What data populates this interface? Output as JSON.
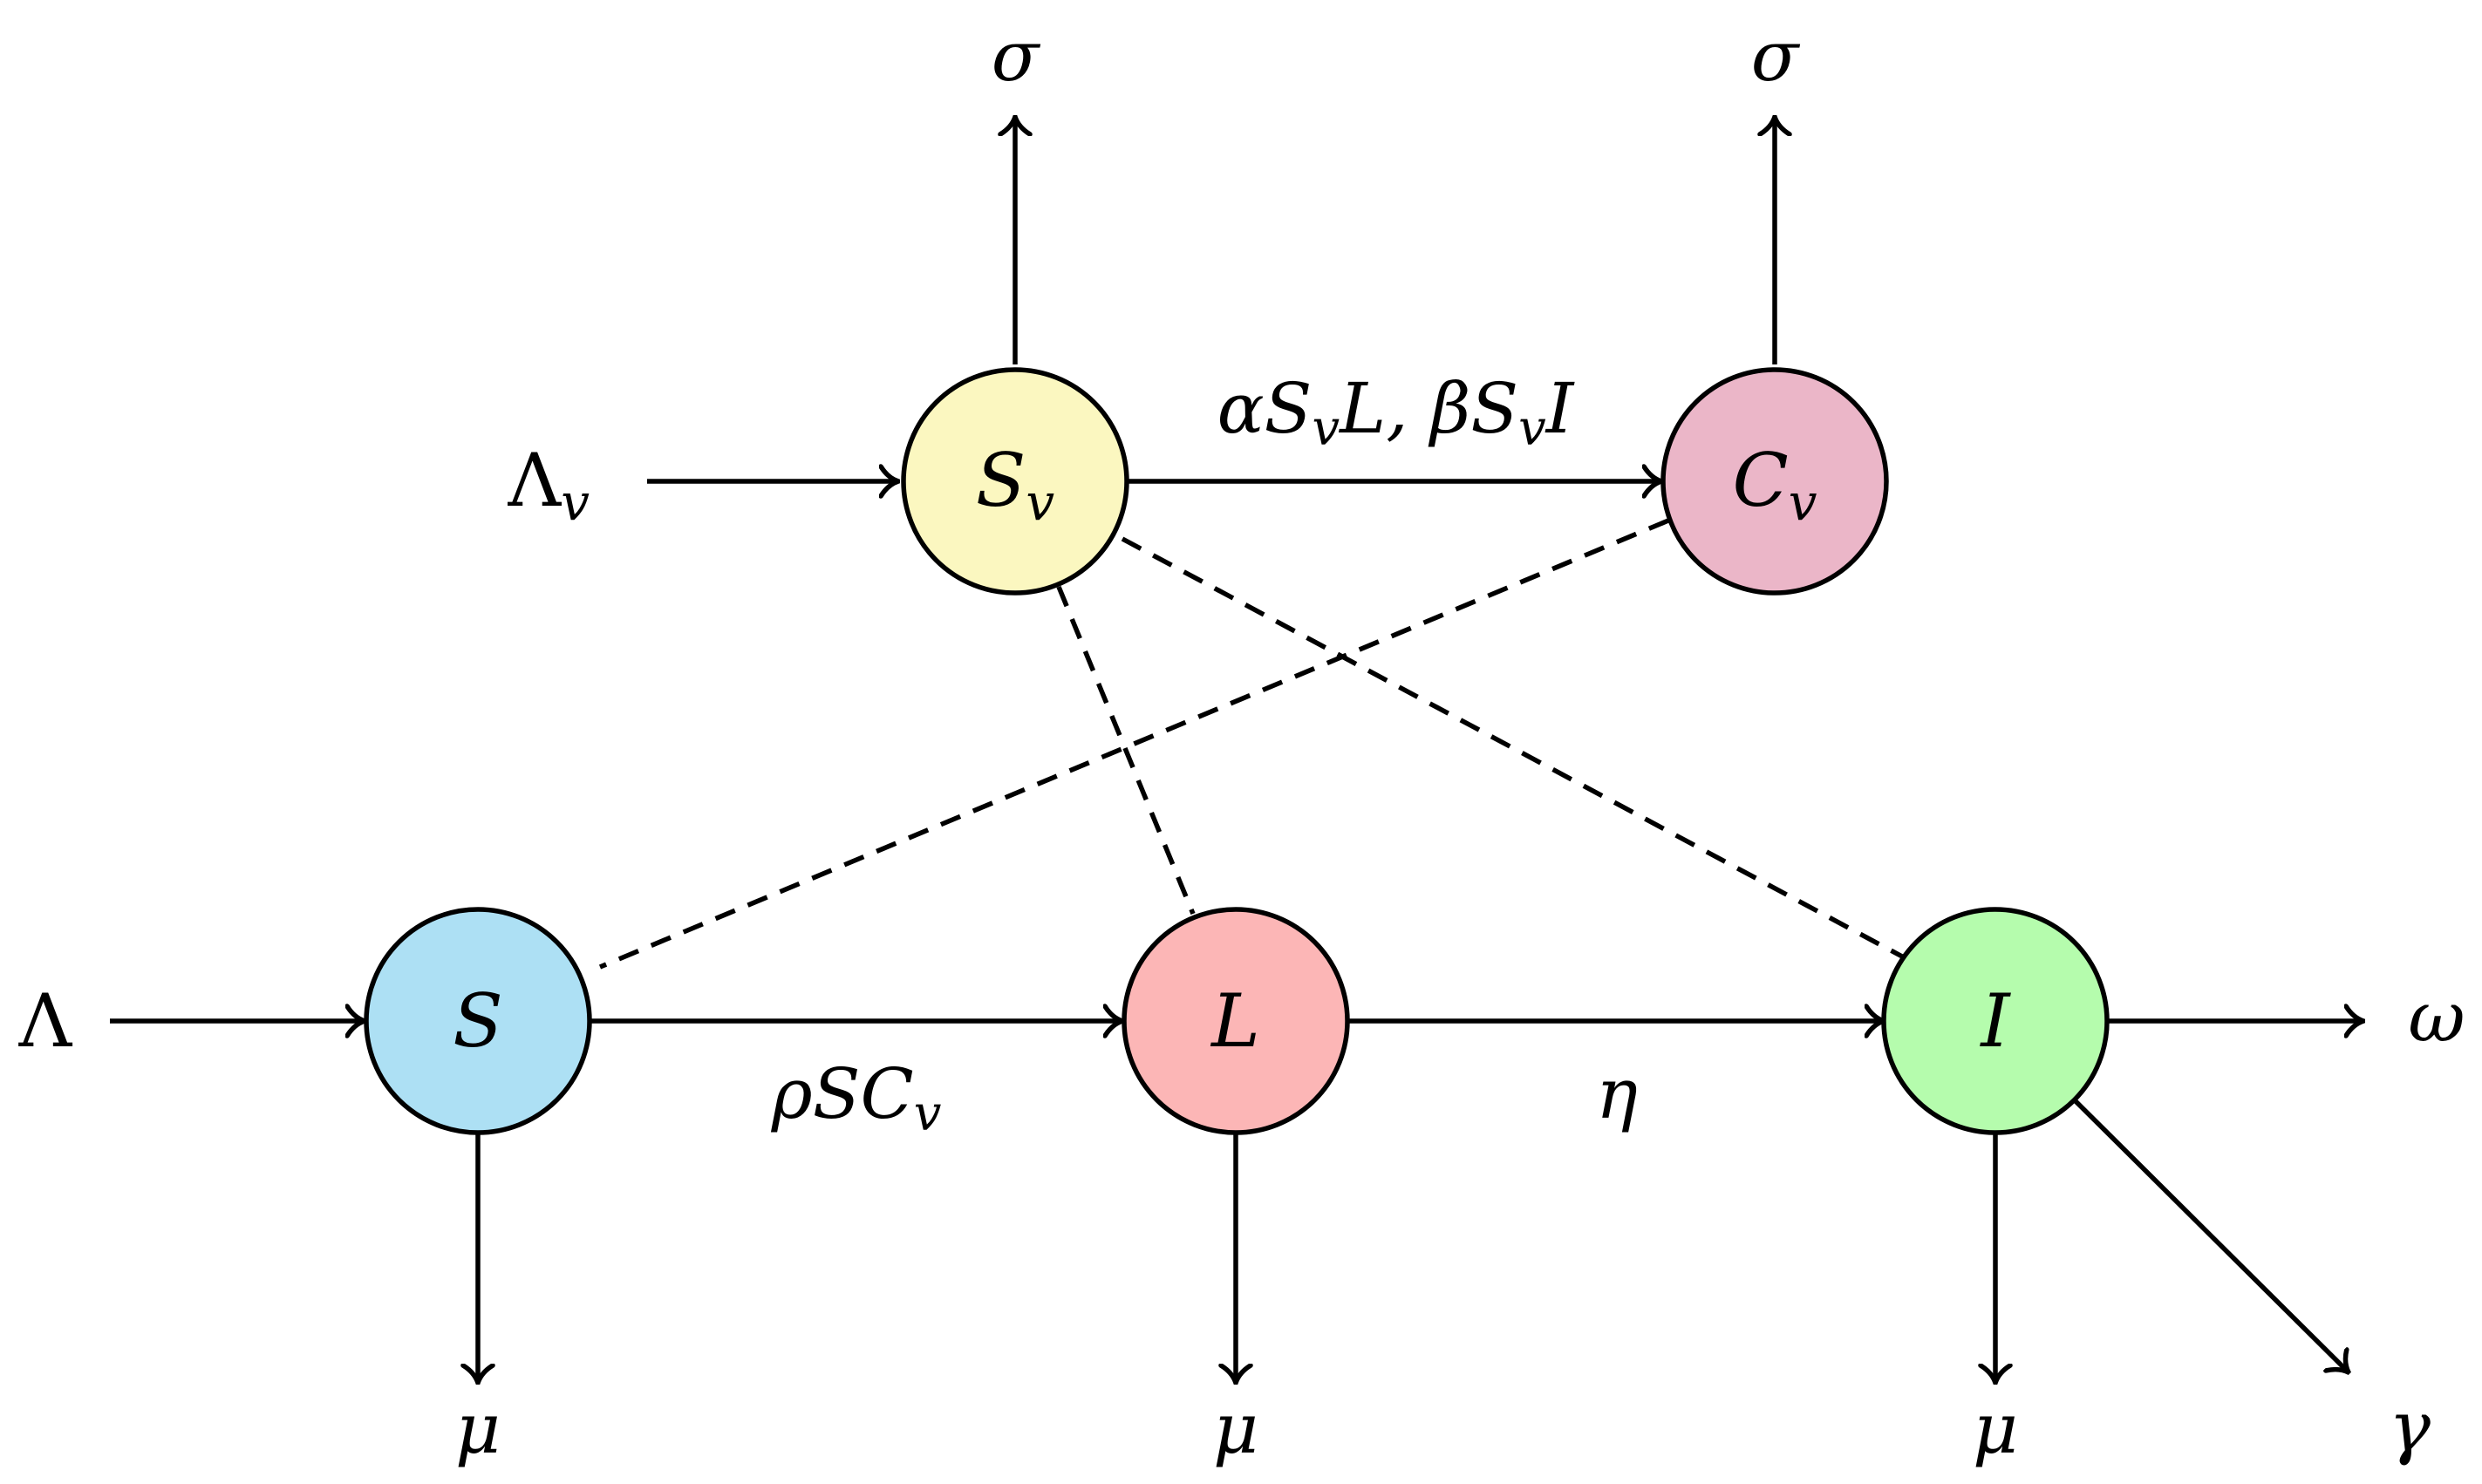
{
  "colors": {
    "stroke": "#000000",
    "Sv": "#fbf7c0",
    "Cv": "#ebb6c8",
    "S": "#ade0f4",
    "L": "#fcb6b6",
    "I": "#b5fcad"
  },
  "nodes": {
    "Sv": {
      "main": "S",
      "sub": "v"
    },
    "Cv": {
      "main": "C",
      "sub": "v"
    },
    "S": {
      "main": "S"
    },
    "L": {
      "main": "L"
    },
    "I": {
      "main": "I"
    }
  },
  "labels": {
    "sigma_sv": "σ",
    "sigma_cv": "σ",
    "lambda_v": {
      "main": "Λ",
      "sub": "v"
    },
    "lambda": "Λ",
    "sv_to_cv": {
      "p1": "αS",
      "p1sub": "v",
      "p2": "L, βS",
      "p2sub": "v",
      "p3": "I"
    },
    "s_to_l": {
      "main": "ρSC",
      "sub": "v"
    },
    "l_to_i": "η",
    "omega": "ω",
    "gamma": "γ",
    "mu_s": "μ",
    "mu_l": "μ",
    "mu_i": "μ"
  }
}
